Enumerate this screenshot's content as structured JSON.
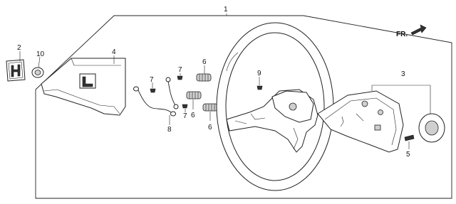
{
  "diagram": {
    "direction_label": "FR.",
    "callouts": {
      "assembly": "1",
      "emblem": "2",
      "horn_pad_assembly": "3",
      "pad_cover": "4",
      "bolt": "5",
      "spring_a": "6",
      "spring_b": "6",
      "spring_c": "6",
      "screw_a": "7",
      "screw_b": "7",
      "screw_c": "7",
      "horn_wire": "8",
      "wheel_screw": "9",
      "nut": "10"
    }
  }
}
